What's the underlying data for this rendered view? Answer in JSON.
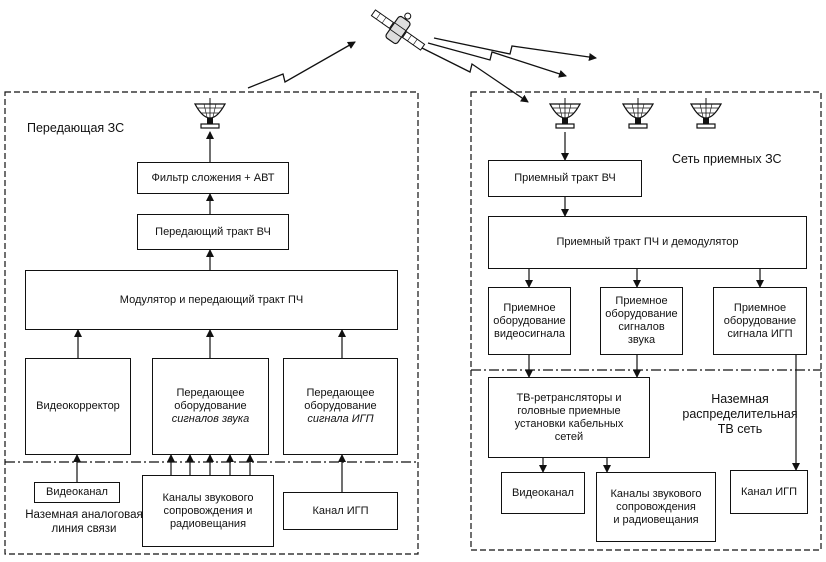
{
  "transmit_station": {
    "title": "Передающая ЗС",
    "filter": "Фильтр сложения + АВТ",
    "rf_path": "Передающий тракт ВЧ",
    "modulator": "Модулятор и передающий тракт ПЧ",
    "video_corrector": "Видеокорректор",
    "sound_equipment_line1": "Передающее",
    "sound_equipment_line2": "оборудование",
    "sound_equipment_line3": "сигналов звука",
    "igp_equipment_line1": "Передающее",
    "igp_equipment_line2": "оборудование",
    "igp_equipment_line3": "сигнала ИГП"
  },
  "ground_link": {
    "title": "Наземная аналоговая\nлиния связи",
    "video_channel": "Видеоканал",
    "sound_channels": "Каналы звукового\nсопровождения и\nрадиовещания",
    "igp_channel": "Канал ИГП"
  },
  "receive_network": {
    "title": "Сеть приемных ЗС",
    "rf_path": "Приемный тракт ВЧ",
    "if_demod": "Приемный тракт ПЧ и демодулятор",
    "video_equipment": "Приемное\nоборудование\nвидеосигнала",
    "sound_equipment": "Приемное\nоборудование\nсигналов\nзвука",
    "igp_equipment": "Приемное\nоборудование\nсигнала ИГП"
  },
  "distribution": {
    "title": "Наземная\nраспределительная\nТВ сеть",
    "repeaters": "ТВ-ретрансляторы и\nголовные приемные\nустановки кабельных\nсетей",
    "video_channel": "Видеоканал",
    "sound_channels": "Каналы звукового\nсопровождения\nи радиовещания",
    "igp_channel": "Канал ИГП"
  },
  "icons": [
    "satellite-icon",
    "dish-antenna-icon"
  ]
}
